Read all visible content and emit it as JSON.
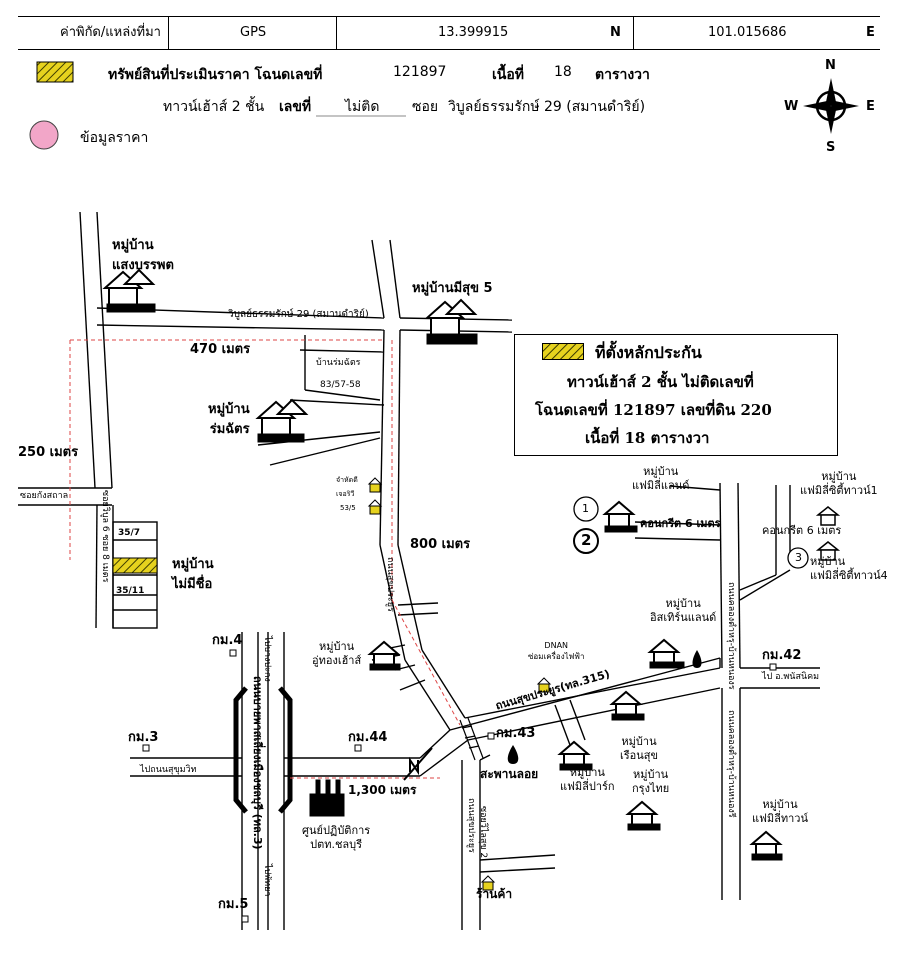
{
  "header": {
    "coord_label": "ค่าพิกัด/แหล่งที่มา",
    "source": "GPS",
    "lat": "13.399915",
    "lat_dir": "N",
    "lon": "101.015686",
    "lon_dir": "E"
  },
  "legend": {
    "property_label": "ทรัพย์สินที่ประเมินราคา โฉนดเลขที่",
    "deed_no": "121897",
    "area_label": "เนื้อที่",
    "area_value": "18",
    "area_unit": "ตารางวา",
    "type_label": "ทาวน์เฮ้าส์ 2 ชั้น",
    "no_label": "เลขที่",
    "no_value": "ไม่ติด",
    "soi_label": "ซอย",
    "soi_value": "วิบูลย์ธรรมรักษ์ 29 (สมานดำริย์)",
    "price_label": "ข้อมูลราคา",
    "property_color": "#e6d21e",
    "price_color": "#f2a6c8"
  },
  "compass": {
    "n": "N",
    "s": "S",
    "e": "E",
    "w": "W"
  },
  "infobox": {
    "line1": "ที่ตั้งหลักประกัน",
    "line2": "ทาวน์เฮ้าส์ 2 ชั้น ไม่ติดเลขที่",
    "line3": "โฉนดเลขที่ 121897  เลขที่ดิน 220",
    "line4": "เนื้อที่ 18 ตารางวา"
  },
  "labels": {
    "v_saeng": "หมู่บ้าน\nแสงบรรพต",
    "v_meesuk": "หมู่บ้านมีสุข 5",
    "road_wiboon": "วิบูลย์ธรรมรักษ์ 29 (สมานดำริย์)",
    "dist_470": "470 เมตร",
    "dist_250": "250 เมตร",
    "dist_800": "800 เมตร",
    "dist_1300": "1,300 เมตร",
    "v_romchat_house": "บ้านร่มฉัตร",
    "addr_8357": "83/57-58",
    "v_romchat": "หมู่บ้าน\nร่มฉัตร",
    "shop_jamnean": "จำหัดดี",
    "shop_jersriwi": "เจอริวี",
    "addr_535": "53/5",
    "soi_kangsathan": "ซอยกังสถาล",
    "plot_357": "35/7",
    "plot_3511": "35/11",
    "v_maimeechue": "หมู่บ้าน\nไม่มีชื่อ",
    "soi_v1": "ซอยวิบูล 6 ซอย 8 เมตร",
    "v_fami": "หมู่บ้าน\nแฟมิลี่แลนด์",
    "concrete6": "คอนกรีต 6 เมตร",
    "concrete6b": "คอนกรีต 6 เมตร",
    "v_famicity1": "หมู่บ้าน\nแฟมิลี่ซิตี้ทาวน์1",
    "v_famicity4": "หมู่บ้าน\nแฟมิลี่ซิตี้ทาวน์4",
    "circle1": "1",
    "circle2": "2",
    "circle3": "3",
    "v_isarin": "หมู่บ้าน\nอิสเทิร์นแลนด์",
    "km42": "กม.42",
    "to_phanat": "ไป อ.พนัสนิคม",
    "km4": "กม.4",
    "to_bangpakong": "ไปบางปะกง",
    "v_uthong": "หมู่บ้าน\nอู่ทองเฮ้าส์",
    "dnan": "DNAN\nซ่อมเครื่องไฟฟ้า",
    "road_sukprayoon": "ถนนสุขประยูร(ทล.315)",
    "road_sukhumvit": "ถนนบายพาสเลี่ยงเมืองชลบุรี (ทล.3)",
    "road_sukprayoon_v": "ถนนสุขประยูร",
    "km3": "กม.3",
    "km44": "กม.44",
    "km43": "กม.43",
    "to_sukhumvit": "ไปถนนสุขุมวิท",
    "bridge": "สะพานลอย",
    "v_ruensuk": "หมู่บ้าน\nเรือนสุข",
    "v_famipark": "หมู่บ้าน\nแฟมิลี่ปาร์ก",
    "v_krungthai": "หมู่บ้าน\nกรุงไทย",
    "v_famitown": "หมู่บ้าน\nแฟมิลี่ทาวน์",
    "center_label": "ศูนย์ปฏิบัติการ\nปตท.ชลบุรี",
    "to_pattaya": "ไปพัทยา",
    "km5": "กม.5",
    "shop": "ร้านค้า",
    "road_khlongtam": "ถนนคลองตำหรุ-บ้านหนองร",
    "road_khlongtam2": "ถนนคลองตำหรุ-บ้านหนองรี",
    "soi_jaisuk": "ซอยวิไลสุข 2"
  }
}
